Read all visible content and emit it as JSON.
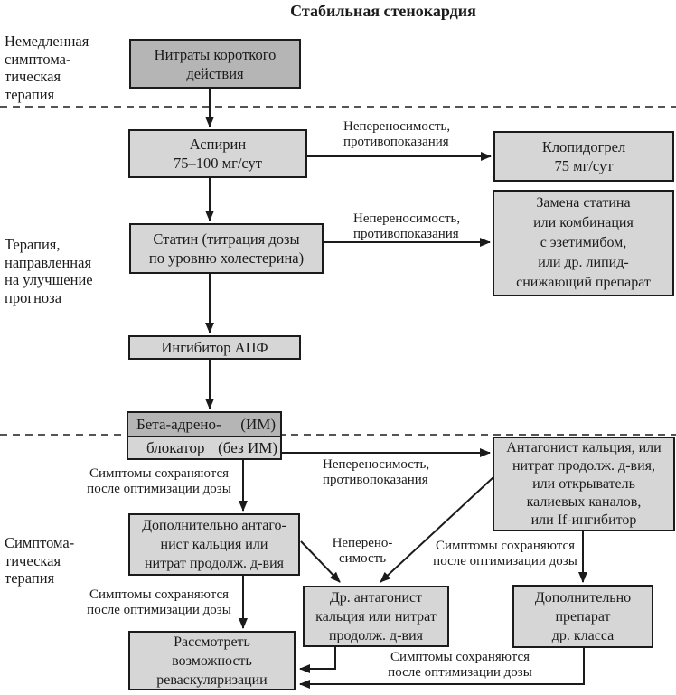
{
  "title": "Стабильная стенокардия",
  "colors": {
    "box_light": "#d6d6d6",
    "box_dark": "#b5b5b5",
    "line": "#1b1b1b",
    "background": "#ffffff"
  },
  "section_labels": {
    "immediate": "Немедленная\nсимптома-\nтическая\nтерапия",
    "prognosis": "Терапия,\nнаправленная\nна улучшение\nпрогноза",
    "symptomatic": "Симптома-\nтическая\nтерапия"
  },
  "boxes": {
    "nitrates": "Нитраты короткого\nдействия",
    "aspirin": "Аспирин\n75–100 мг/сут",
    "clopidogrel": "Клопидогрел\n75 мг/сут",
    "statin": "Статин (титрация дозы\nпо уровню холестерина)",
    "statin_alternative": "Замена статина\nили комбинация\nс эзетимибом,\nили др. липид-\nснижающий препарат",
    "ace_inhibitor": "Ингибитор АПФ",
    "beta_top_left": "Бета-адрено-",
    "beta_top_right": "(ИМ)",
    "beta_bottom_left": "блокатор",
    "beta_bottom_right": "(без ИМ)",
    "calcium_antagonist": "Антагонист кальция, или\nнитрат продолж. д-вия,\nили открыватель\nкалиевых каналов,\nили If-ингибитор",
    "add_calcium": "Дополнительно антаго-\nнист кальция или\nнитрат продолж. д-вия",
    "other_calcium": "Др. антагонист\nкальция или нитрат\nпродолж. д-вия",
    "other_class": "Дополнительно\nпрепарат\nдр. класса",
    "revascularization": "Рассмотреть\nвозможность\nреваскуляризации"
  },
  "edge_labels": {
    "intolerance_aspirin": "Непереносимость,\nпротивопоказания",
    "intolerance_statin": "Непереносимость,\nпротивопоказания",
    "intolerance_beta": "Непереносимость,\nпротивопоказания",
    "intolerance_short": "Неперено-\nсимость",
    "symptoms_after_beta": "Симптомы сохраняются\nпосле оптимизации дозы",
    "symptoms_after_calcium": "Симптомы сохраняются\nпосле оптимизации дозы",
    "symptoms_after_add": "Симптомы сохраняются\nпосле оптимизации дозы",
    "symptoms_bottom": "Симптомы сохраняются\nпосле оптимизации дозы"
  }
}
